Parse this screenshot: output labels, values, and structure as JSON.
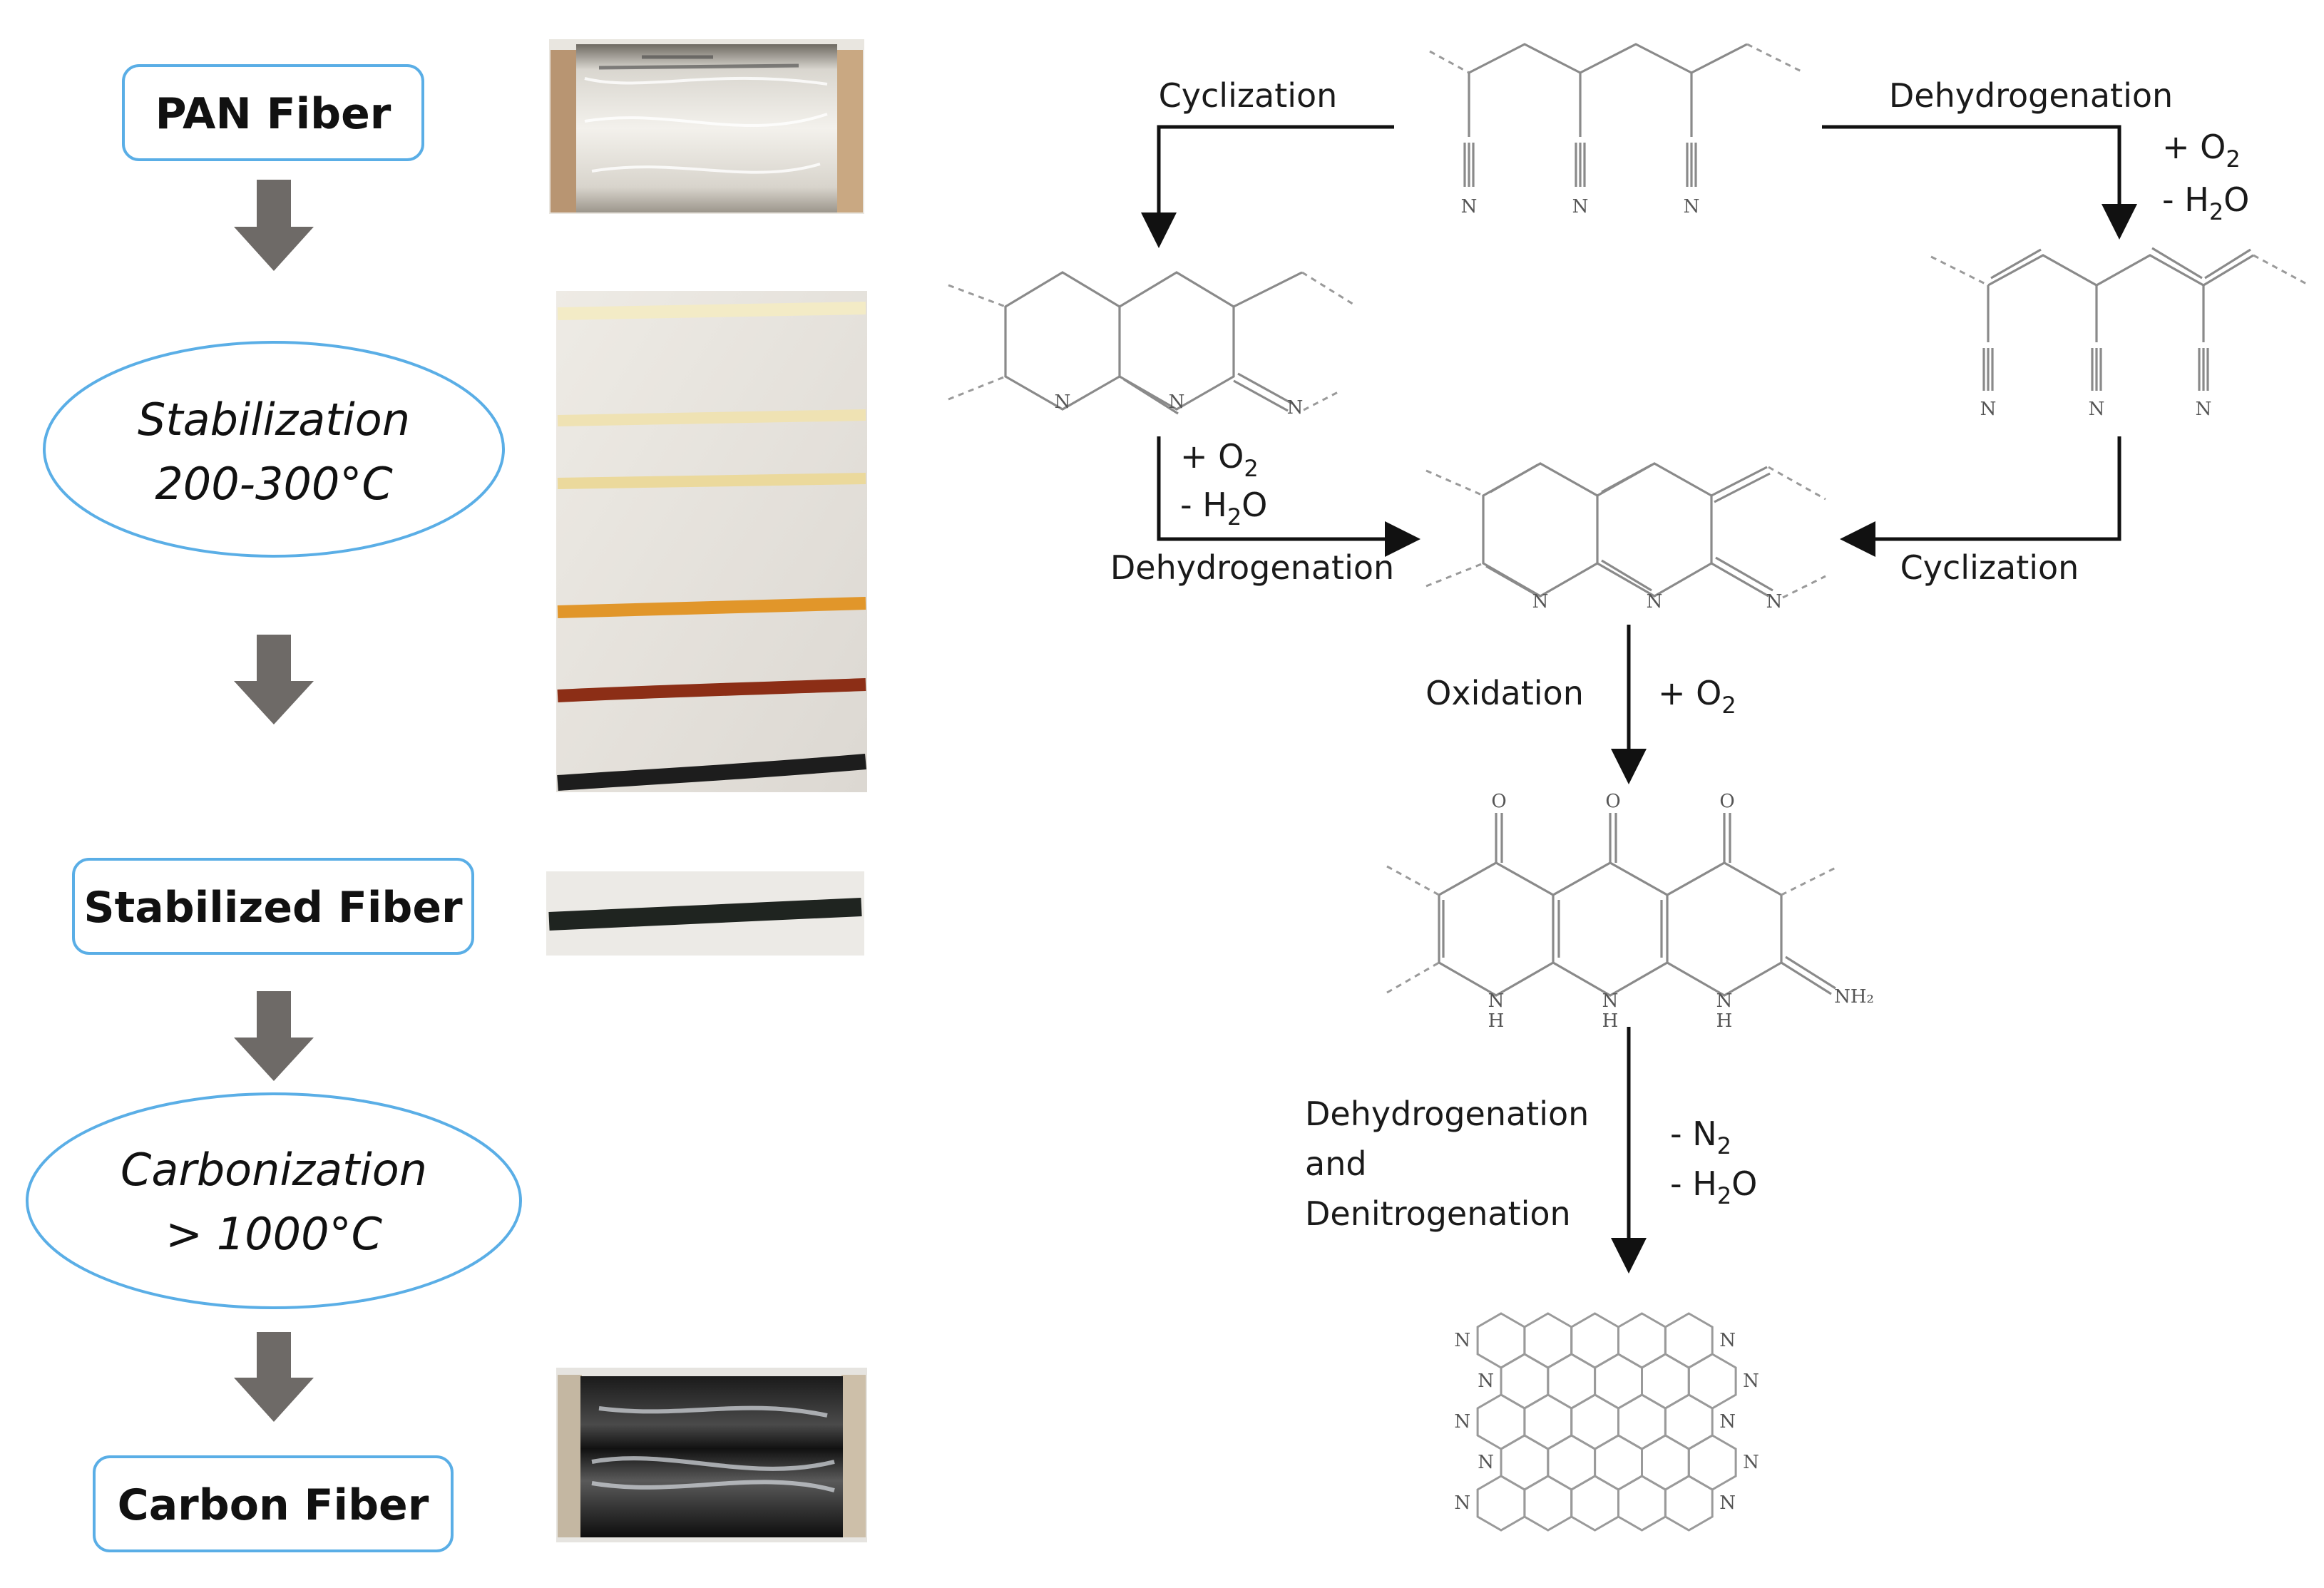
{
  "flow": {
    "pan_fiber": "PAN Fiber",
    "stabilization_line1": "Stabilization",
    "stabilization_line2": "200-300°C",
    "stabilized_fiber": "Stabilized Fiber",
    "carbonization_line1": "Carbonization",
    "carbonization_line2": "> 1000°C",
    "carbon_fiber": "Carbon Fiber"
  },
  "mechanism": {
    "cyclization": "Cyclization",
    "dehydrogenation": "Dehydrogenation",
    "plus_o": "+ O",
    "minus_h": "- H",
    "o_suffix": "O",
    "sub2": "2",
    "oxidation": "Oxidation",
    "dehydro_and_1": "Dehydrogenation",
    "dehydro_and_2": "and",
    "dehydro_and_3": "Denitrogenation",
    "minus_n": "- N"
  },
  "atoms": {
    "N": "N",
    "O": "O",
    "H": "H",
    "NH2": "NH₂"
  },
  "colors": {
    "box_border": "#5aaee6",
    "arrow_gray": "#6e6a67",
    "structure_gray": "#8a8a8a"
  }
}
